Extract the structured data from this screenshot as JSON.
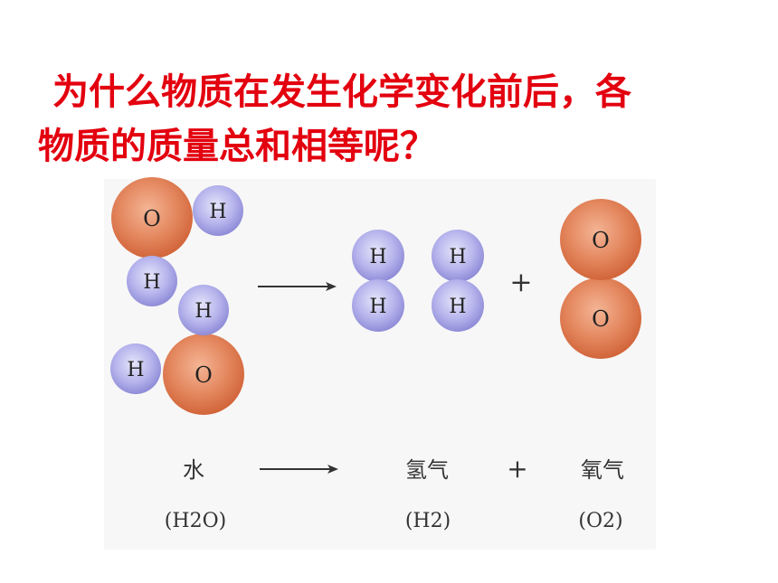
{
  "title": {
    "line1": "为什么物质在发生化学变化前后，各",
    "line2": "物质的质量总和相等呢？"
  },
  "colors": {
    "title": "#e3000f",
    "oxygen": "#e07a50",
    "hydrogen": "#a9a7e6"
  },
  "atoms": {
    "oxygen_symbol": "O",
    "hydrogen_symbol": "H"
  },
  "equation": {
    "reactant_name": "水",
    "reactant_formula": "(H2O)",
    "product1_name": "氢气",
    "product1_formula": "(H2)",
    "plus": "+",
    "product2_name": "氧气",
    "product2_formula": "(O2)"
  }
}
